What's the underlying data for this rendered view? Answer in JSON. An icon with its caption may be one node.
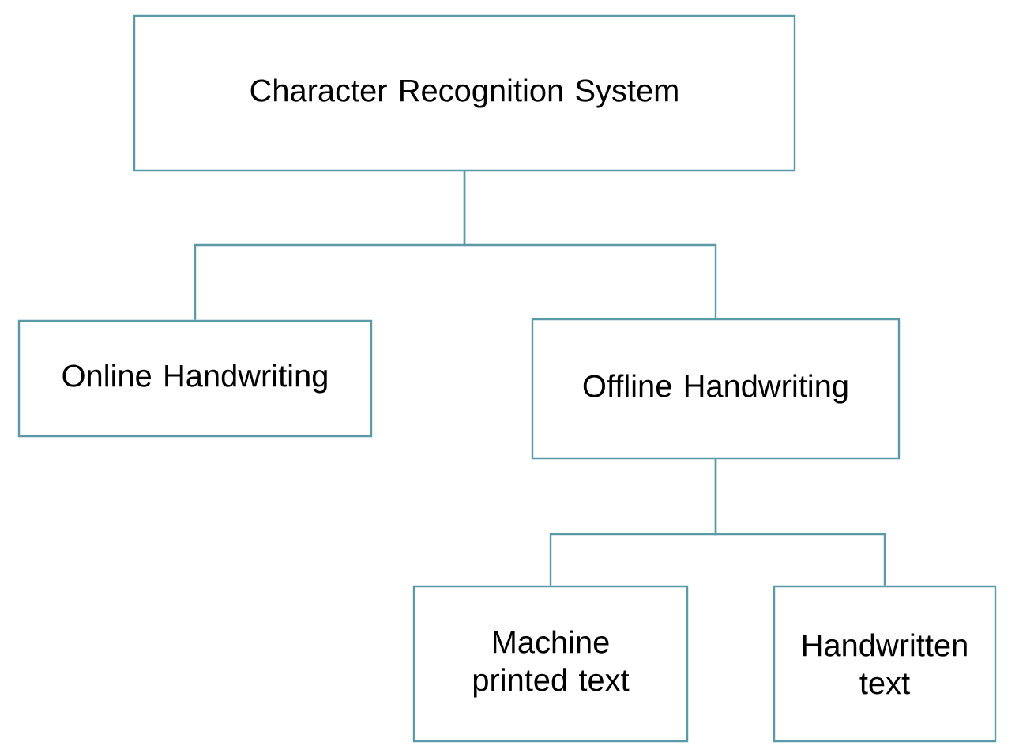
{
  "diagram": {
    "nodes": [
      {
        "text": [
          "Character Recognition System"
        ]
      },
      {
        "text": [
          "Online Handwriting"
        ]
      },
      {
        "text": [
          "Offline Handwriting"
        ]
      },
      {
        "text": [
          "Machine printed text"
        ]
      },
      {
        "text": [
          "Handwritten text"
        ]
      }
    ],
    "edges": [
      {
        "from": 0,
        "to": 1,
        "arrow": "none"
      },
      {
        "from": 0,
        "to": 2,
        "arrow": "none"
      },
      {
        "from": 2,
        "to": 3,
        "arrow": "none"
      },
      {
        "from": 2,
        "to": 4,
        "arrow": "none"
      }
    ]
  }
}
